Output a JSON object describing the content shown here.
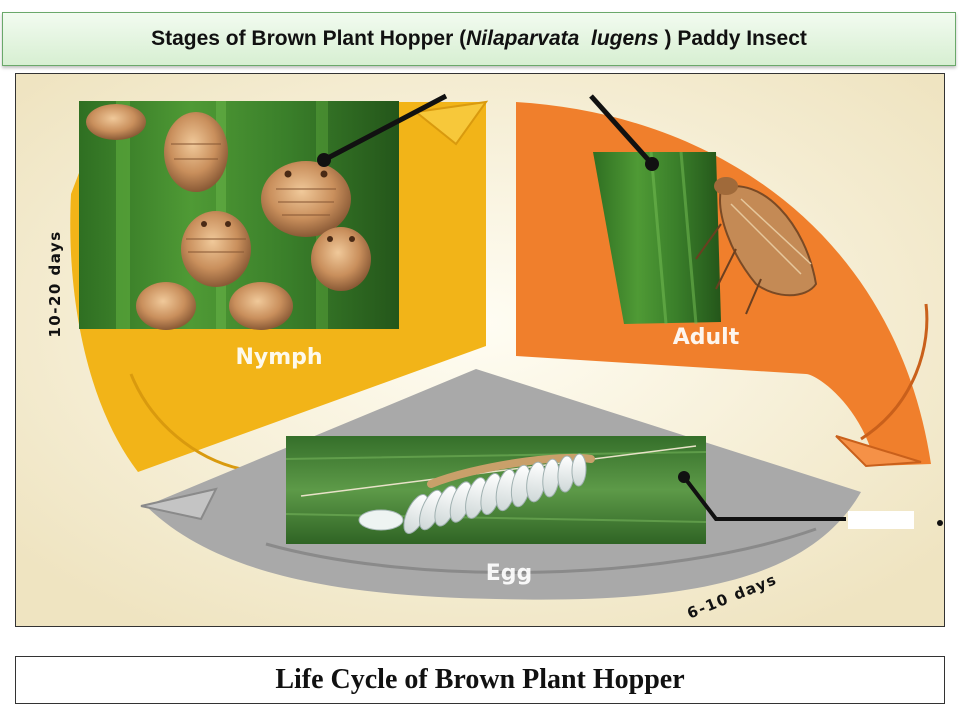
{
  "title": {
    "prefix": "Stages of Brown Plant Hopper (",
    "species": "Nilaparvata  lugens",
    "suffix": " ) Paddy Insect"
  },
  "stages": {
    "nymph": "Nymph",
    "adult": "Adult",
    "egg": "Egg"
  },
  "durations": {
    "nymph": "10-20 days",
    "egg": "6-10 days"
  },
  "caption": "Life Cycle of Brown Plant Hopper",
  "colors": {
    "nymph_arrow": "#f2b418",
    "adult_arrow": "#f07f2c",
    "egg_arrow": "#a9a9a9",
    "title_bg": "#d7efd2",
    "leaf_green": "#3f8a2a"
  }
}
